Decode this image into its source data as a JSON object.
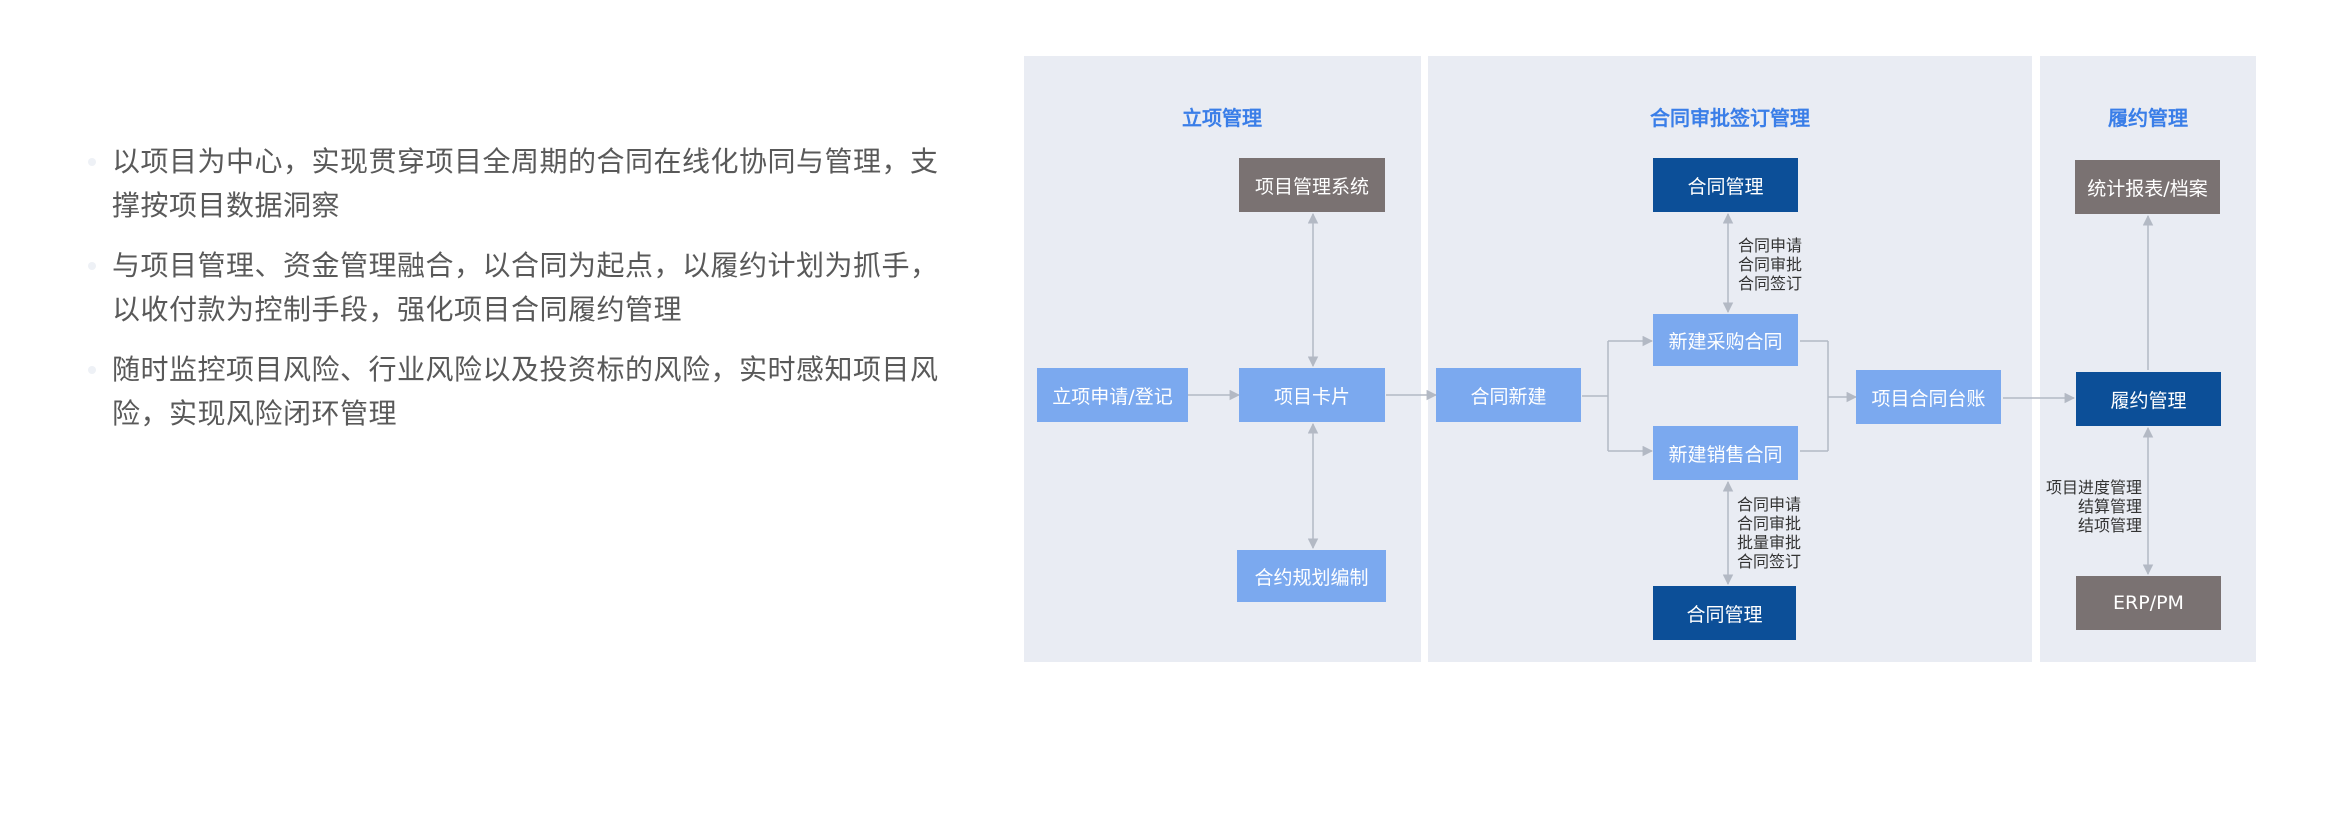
{
  "bullets": [
    "以项目为中心，实现贯穿项目全周期的合同在线化协同与管理，支撑按项目数据洞察",
    "与项目管理、资金管理融合，以合同为起点，以履约计划为抓手，以收付款为控制手段，强化项目合同履约管理",
    "随时监控项目风险、行业风险以及投资标的风险，实时感知项目风险，实现风险闭环管理"
  ],
  "panels": {
    "approval": "立项管理",
    "contract": "合同审批签订管理",
    "performance": "履约管理"
  },
  "nodes": {
    "project_system": "项目管理系统",
    "project_apply": "立项申请/登记",
    "project_card": "项目卡片",
    "contract_plan": "合约规划编制",
    "contract_new": "合同新建",
    "contract_mgmt_top": "合同管理",
    "new_purchase": "新建采购合同",
    "new_sales": "新建销售合同",
    "contract_mgmt_bottom": "合同管理",
    "project_ledger": "项目合同台账",
    "stats_archive": "统计报表/档案",
    "performance_mgmt": "履约管理",
    "erp_pm": "ERP/PM"
  },
  "notes": {
    "top_contract": [
      "合同申请",
      "合同审批",
      "合同签订"
    ],
    "bottom_contract": [
      "合同申请",
      "合同审批",
      "批量审批",
      "合同签订"
    ],
    "performance": [
      "项目进度管理",
      "结算管理",
      "结项管理"
    ]
  },
  "colors": {
    "panel_bg": "#e9ecf3",
    "light_node": "#7ba9ef",
    "dark_node": "#0c4f98",
    "gray_node": "#7a7272",
    "title_blue": "#3a7ee8",
    "connector": "#b3b9c4"
  }
}
